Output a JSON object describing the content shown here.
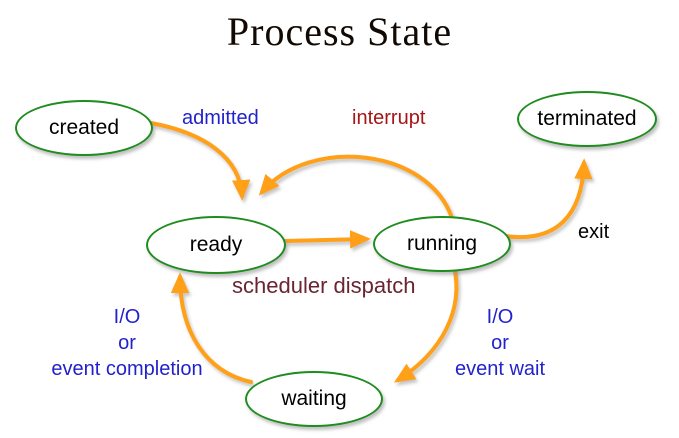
{
  "title": "Process State",
  "colors": {
    "arrow": "#ffa018",
    "state_border": "#1e8c1e",
    "state_fill": "#ffffff",
    "label_blue": "#2222cc",
    "label_red": "#a51616",
    "label_maroon": "#6b2433",
    "title_black": "#120a02"
  },
  "states": {
    "created": {
      "label": "created"
    },
    "ready": {
      "label": "ready"
    },
    "running": {
      "label": "running"
    },
    "waiting": {
      "label": "waiting"
    },
    "terminated": {
      "label": "terminated"
    }
  },
  "transitions": {
    "admitted": {
      "label": "admitted",
      "from": "created",
      "to": "ready"
    },
    "interrupt": {
      "label": "interrupt",
      "from": "running",
      "to": "ready"
    },
    "scheduler_dispatch": {
      "label": "scheduler dispatch",
      "from": "ready",
      "to": "running"
    },
    "exit": {
      "label": "exit",
      "from": "running",
      "to": "terminated"
    },
    "io_event_wait": {
      "lines": [
        "I/O",
        "or",
        "event wait"
      ],
      "from": "running",
      "to": "waiting"
    },
    "io_event_completion": {
      "lines": [
        "I/O",
        "or",
        "event completion"
      ],
      "from": "waiting",
      "to": "ready"
    }
  }
}
